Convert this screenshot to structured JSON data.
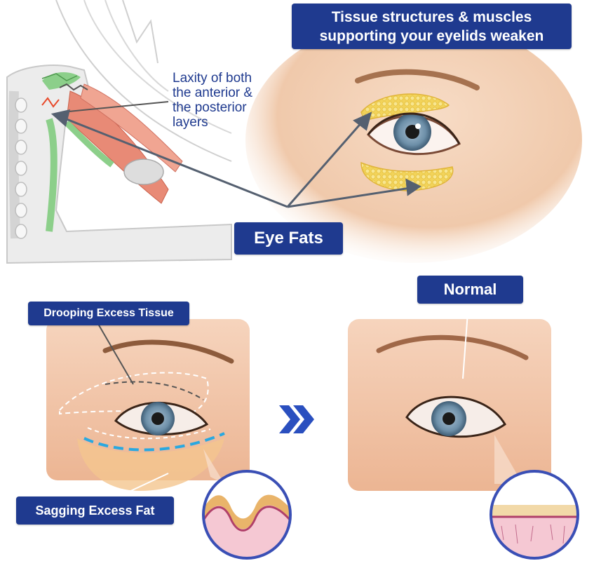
{
  "labels": {
    "header": [
      "Tissue structures & muscles",
      "supporting your eyelids weaken"
    ],
    "laxity_note": [
      "Laxity of both",
      "the anterior &",
      "the posterior",
      "layers"
    ],
    "eye_fats": "Eye Fats",
    "drooping": "Drooping Excess Tissue",
    "sagging": "Sagging Excess Fat",
    "normal": "Normal"
  },
  "icons": {
    "arrow": "double-chevron-right-icon"
  },
  "colors": {
    "label_bg": "#1f3a8f",
    "label_text": "#ffffff",
    "skin": "#f2c9a6",
    "iris": "#6d8fa8",
    "fat": "#f2d35a",
    "muscle": "#e88a76",
    "tissue_green": "#8ccf8a",
    "arrow_blue": "#2a4fbf",
    "dashed_blue": "#29a8e0"
  }
}
